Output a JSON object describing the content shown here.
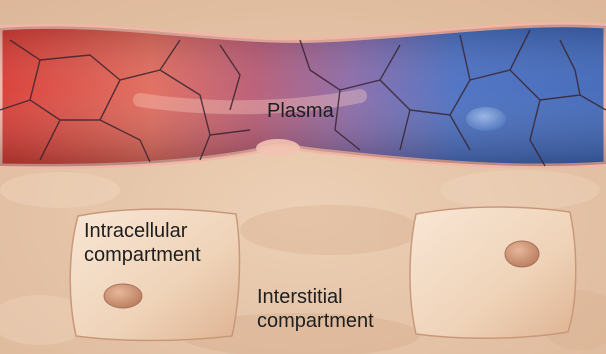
{
  "labels": {
    "plasma": "Plasma",
    "intracellular": [
      "Intracellular",
      "compartment"
    ],
    "interstitial": [
      "Interstitial",
      "compartment"
    ]
  },
  "colors": {
    "arterial_red": "#e0423a",
    "venous_blue": "#3f6cc0",
    "tissue_beige": "#e7c6a8",
    "cell_beige": "#f1d6bd",
    "nucleus": "#c98f6f"
  },
  "icons": {
    "blood_vessel": "blood-vessel-illustration",
    "cells": "cell-illustration"
  }
}
